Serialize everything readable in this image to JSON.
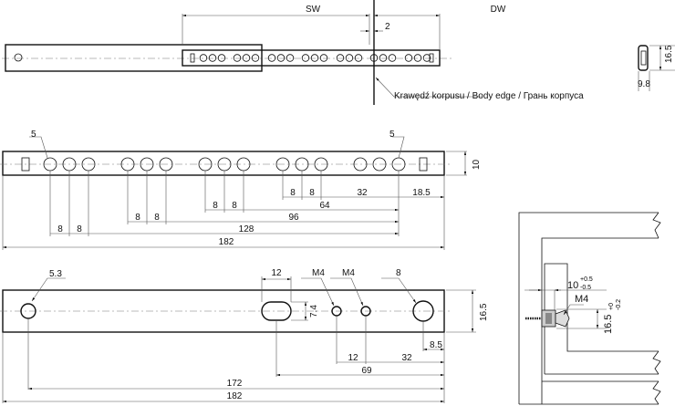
{
  "top_view": {
    "sw": "SW",
    "dw": "DW",
    "gap": "2",
    "edge_label": "Krawędź korpusu / Body edge / Грань корпуса",
    "profile_height": "16.5",
    "profile_width": "9.8"
  },
  "middle_view": {
    "hole_dia_left": "5",
    "hole_dia_right": "5",
    "height": "10",
    "dims": {
      "p1": "8",
      "p2": "8",
      "p3": "8",
      "p4": "8",
      "p5": "8",
      "p6": "8",
      "p7": "8",
      "p8": "8",
      "d32": "32",
      "d18": "18.5",
      "d64": "64",
      "d96": "96",
      "d128": "128",
      "d182": "182"
    }
  },
  "bottom_view": {
    "hole_left": "5.3",
    "slot_width": "12",
    "slot_height": "7.4",
    "m4_a": "M4",
    "m4_b": "M4",
    "hole_big": "8",
    "height": "16.5",
    "d85": "8.5",
    "d12": "12",
    "d32": "32",
    "d69": "69",
    "d172": "172",
    "d182": "182"
  },
  "section_view": {
    "offset": "10",
    "offset_tol_plus": "+0.5",
    "offset_tol_minus": "-0.5",
    "screw": "M4",
    "height": "16.5",
    "height_tol_plus": "+0",
    "height_tol_minus": "-0.2"
  }
}
